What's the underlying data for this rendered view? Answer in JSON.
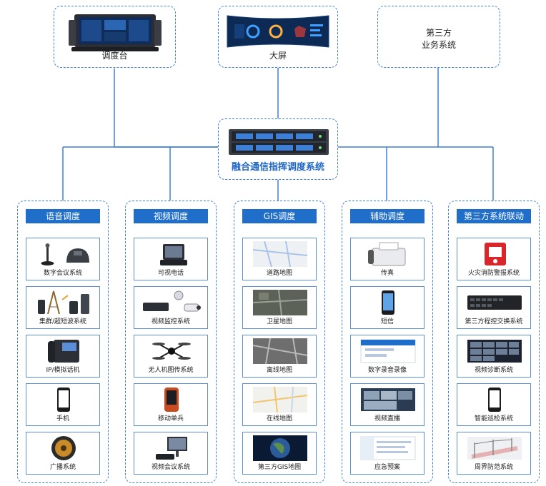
{
  "top": {
    "console_label": "调度台",
    "screen_label": "大屏",
    "third_party_line1": "第三方",
    "third_party_line2": "业务系统"
  },
  "center": {
    "title": "融合通信指挥调度系统"
  },
  "columns": [
    {
      "header": "语音调度",
      "items": [
        "数字会议系统",
        "集群/超短波系统",
        "IP/模拟话机",
        "手机",
        "广播系统"
      ]
    },
    {
      "header": "视频调度",
      "items": [
        "可视电话",
        "视频监控系统",
        "无人机图传系统",
        "移动单兵",
        "视频会议系统"
      ]
    },
    {
      "header": "GIS调度",
      "items": [
        "道路地图",
        "卫星地图",
        "离线地图",
        "在线地图",
        "第三方GIS地图"
      ]
    },
    {
      "header": "辅助调度",
      "items": [
        "传真",
        "短信",
        "数字录音录像",
        "视频直播",
        "应急预案"
      ]
    },
    {
      "header": "第三方系统联动",
      "items": [
        "火灾消防警报系统",
        "第三方程控交换系统",
        "视频诊断系统",
        "智能巡检系统",
        "周界防范系统"
      ]
    }
  ],
  "colors": {
    "accent": "#1f6ec9",
    "line": "#3f7fd3"
  }
}
